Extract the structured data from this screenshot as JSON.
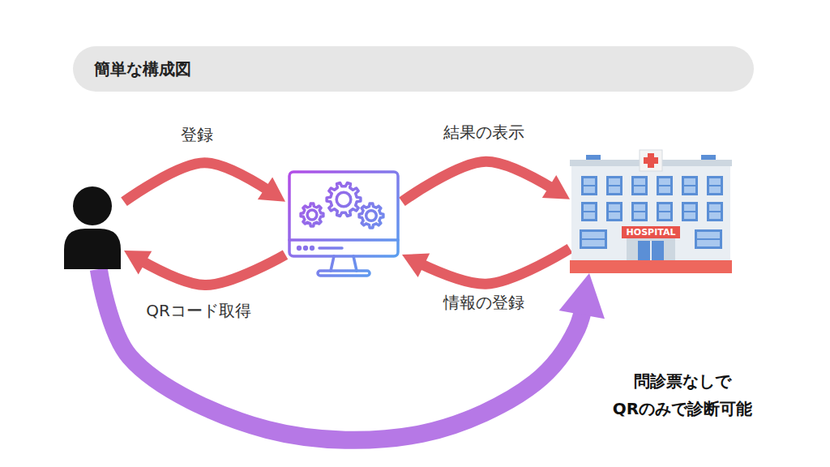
{
  "diagram": {
    "title": "簡単な構成図",
    "nodes": [
      {
        "text": []
      },
      {
        "text": []
      },
      {
        "text": [
          "HOSPITAL"
        ]
      }
    ],
    "edges": [
      {
        "from": 0,
        "to": 1,
        "label": "登録",
        "arrow": "to"
      },
      {
        "from": 1,
        "to": 0,
        "label": "QRコード取得",
        "arrow": "to"
      },
      {
        "from": 1,
        "to": 2,
        "label": "結果の表示",
        "arrow": "to"
      },
      {
        "from": 2,
        "to": 1,
        "label": "情報の登録",
        "arrow": "to"
      },
      {
        "from": 0,
        "to": 2,
        "label": "問診票なしで QRのみで診断可能",
        "arrow": "to"
      }
    ]
  }
}
